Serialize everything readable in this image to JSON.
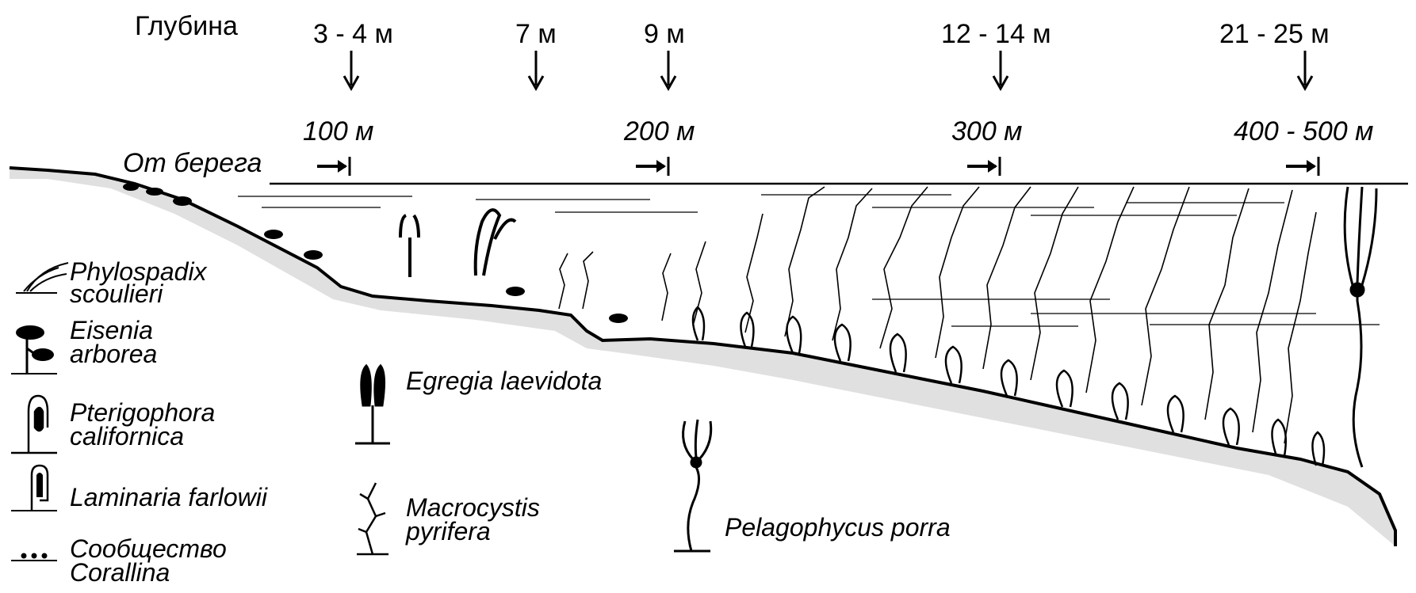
{
  "header": {
    "depth_title": "Глубина",
    "from_shore_label": "От берега"
  },
  "depths": [
    "3 - 4 м",
    "7 м",
    "9 м",
    "12 - 14 м",
    "21 - 25 м"
  ],
  "distances": [
    "100 м",
    "200 м",
    "300 м",
    "400 - 500 м"
  ],
  "legend": [
    {
      "icon": "phyllospadix-icon",
      "line1": "Phylospadix",
      "line2": "scoulieri"
    },
    {
      "icon": "eisenia-icon",
      "line1": "Eisenia",
      "line2": "arborea"
    },
    {
      "icon": "pterigophora-icon",
      "line1": "Pterigophora",
      "line2": "californica"
    },
    {
      "icon": "laminaria-icon",
      "line1": "Laminaria farlowii",
      "line2": ""
    },
    {
      "icon": "corallina-icon",
      "line1": "Сообщество",
      "line2": "Corallina"
    },
    {
      "icon": "egregia-icon",
      "line1": "Egregia laevidota",
      "line2": ""
    },
    {
      "icon": "macrocystis-icon",
      "line1": "Macrocystis",
      "line2": "pyrifera"
    },
    {
      "icon": "pelagophycus-icon",
      "line1": "Pelagophycus porra",
      "line2": ""
    }
  ],
  "colors": {
    "ink": "#000000",
    "paper": "#ffffff"
  }
}
